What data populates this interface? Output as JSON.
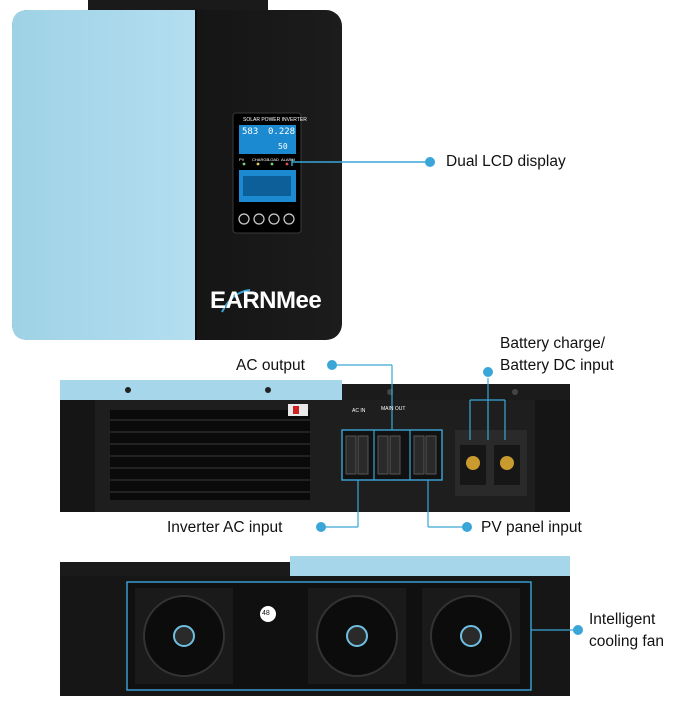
{
  "product": {
    "brand": "EARNMee",
    "lcd_header": "SOLAR POWER INVERTER",
    "lcd_top_left": "583",
    "lcd_top_right": "0.228",
    "lcd_bottom_left": "",
    "lcd_bottom_right": "50",
    "indicators": [
      "PV",
      "CHARGE",
      "LOAD",
      "ALARM"
    ],
    "fan_label": "48",
    "ac_in_label": "AC IN",
    "main_out_label": "MAIN OUT"
  },
  "callouts": {
    "lcd": "Dual LCD display",
    "ac_output": "AC output",
    "battery_line1": "Battery charge/",
    "battery_line2": "Battery DC input",
    "inverter_ac": "Inverter AC input",
    "pv": "PV panel input",
    "fan_line1": "Intelligent",
    "fan_line2": "cooling fan"
  },
  "colors": {
    "accent": "#3aa6d8",
    "panel_blue": "#a8d8ea",
    "body_black": "#141414"
  }
}
